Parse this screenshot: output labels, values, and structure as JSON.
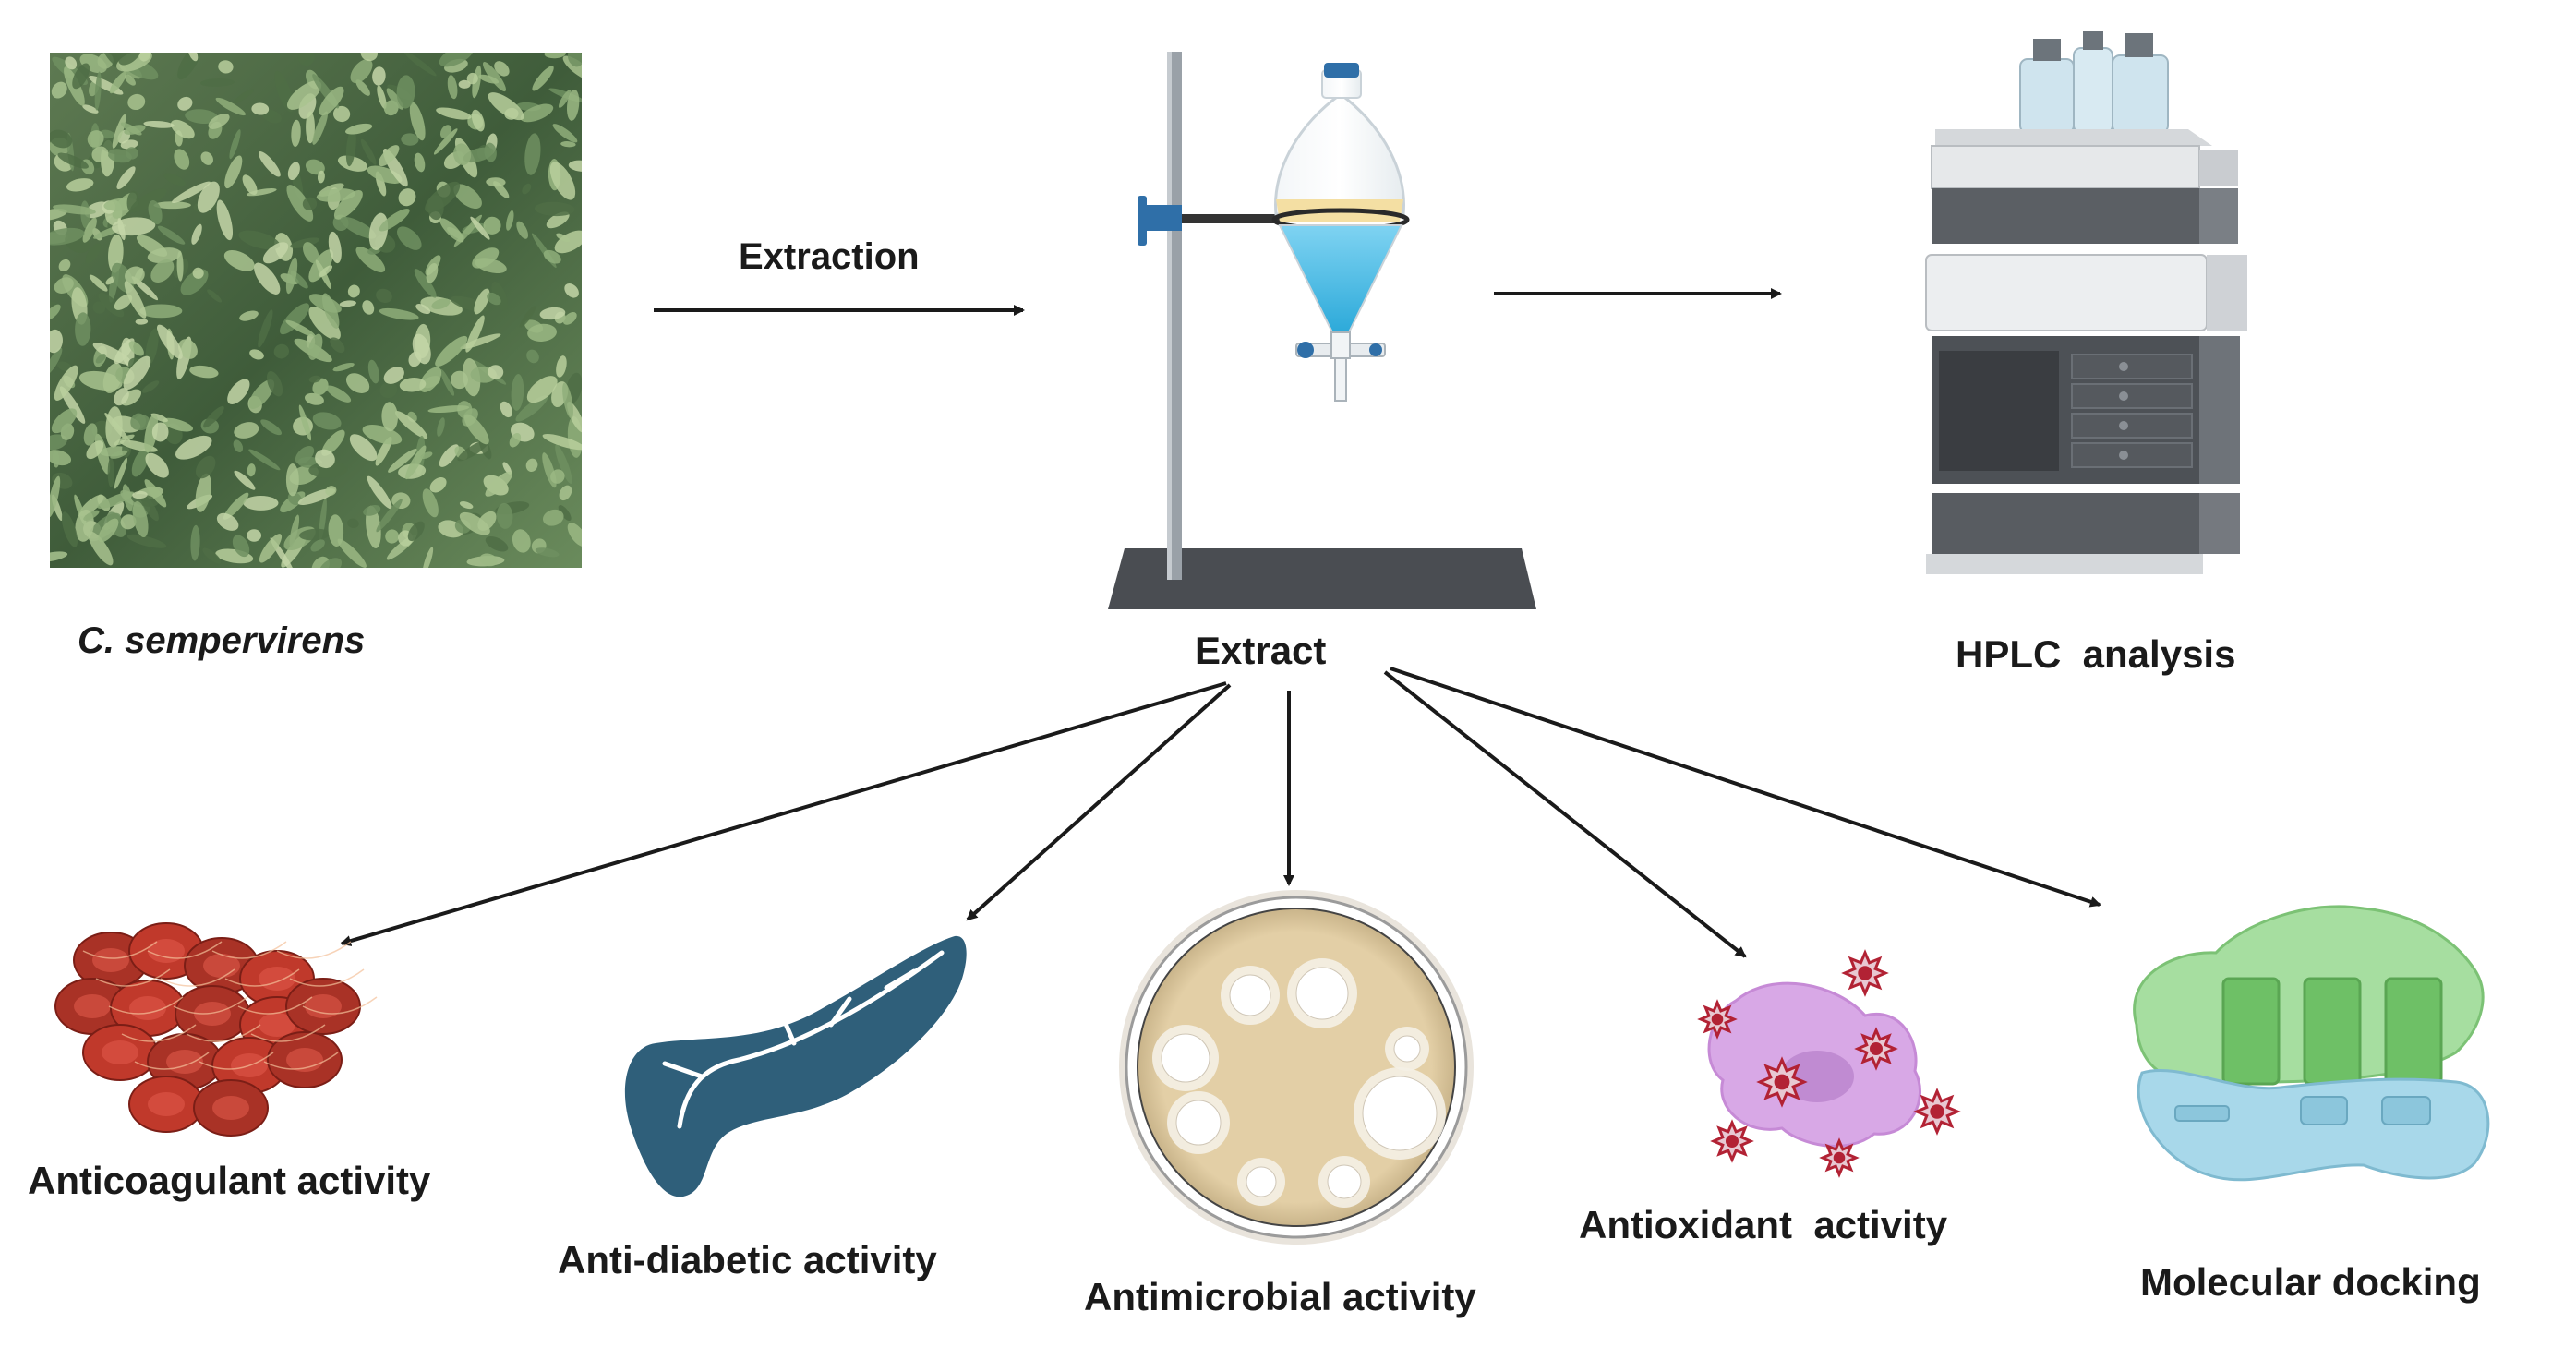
{
  "source": {
    "species_label": "C. sempervirens"
  },
  "process": {
    "extraction_label": "Extraction",
    "extract_label": "Extract",
    "hplc_label": "HPLC  analysis"
  },
  "activities": [
    {
      "label": "Anticoagulant activity",
      "icon": "blood-cells-icon"
    },
    {
      "label": "Anti-diabetic activity",
      "icon": "pancreas-icon"
    },
    {
      "label": "Antimicrobial activity",
      "icon": "petri-dish-icon"
    },
    {
      "label": "Antioxidant  activity",
      "icon": "oxidized-cell-icon"
    },
    {
      "label": "Molecular docking",
      "icon": "protein-docking-icon"
    }
  ],
  "colors": {
    "arrow": "#1a1a1a",
    "blood": "#c0392b",
    "pancreas": "#2f5f7a",
    "petri": "#e3cfa6",
    "antioxidant": "#d6a6e0",
    "protein_green": "#8fd18a",
    "protein_blue": "#9fd3e6"
  }
}
